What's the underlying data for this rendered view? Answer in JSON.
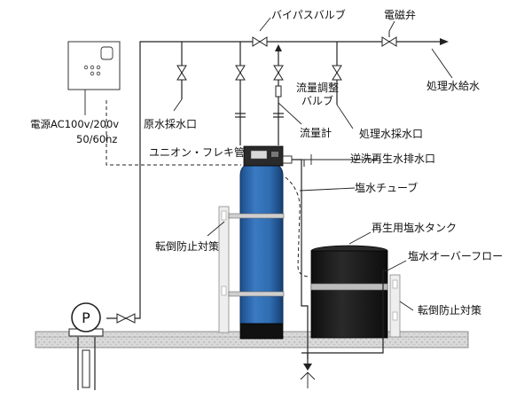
{
  "labels": {
    "bypass_valve": "バイパスバルブ",
    "solenoid_valve": "電磁弁",
    "treated_water_supply": "処理水給水",
    "flow_adjust_line1": "流量調整",
    "flow_adjust_line2": "バルブ",
    "raw_water_sampling": "原水採水口",
    "flow_meter": "流量計",
    "treated_water_sampling": "処理水採水口",
    "power_line1": "電源AC100v/200v",
    "power_line2": "50/60hz",
    "union_flex": "ユニオン・フレキ管",
    "backwash_drain": "逆洗再生水排水口",
    "brine_tube": "塩水チューブ",
    "brine_tank": "再生用塩水タンク",
    "anti_tip_left": "転倒防止対策",
    "brine_overflow": "塩水オーバーフロー",
    "anti_tip_right": "転倒防止対策",
    "pump_letter": "P"
  },
  "colors": {
    "tank_blue": "#2f6cb0",
    "tank_blue_dark": "#1c4f8c",
    "tank_base": "#121212",
    "brine_tank": "#1a1a1a",
    "floor": "#d4d4d4",
    "stand": "#e8e8e8"
  },
  "icons": [
    "control-panel-icon",
    "pump-icon",
    "valve-icon",
    "filter-tank-icon",
    "brine-tank-icon",
    "drain-arrow-icon"
  ]
}
